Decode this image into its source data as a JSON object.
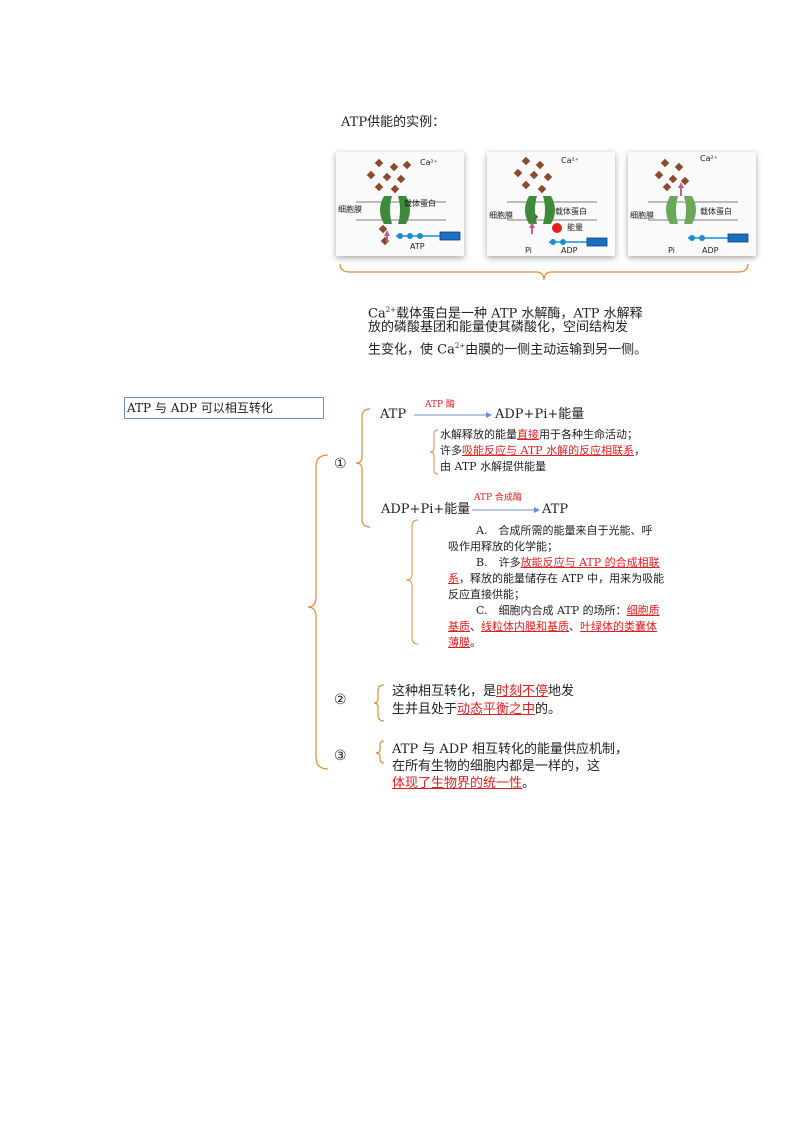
{
  "heading": "ATP供能的实例：",
  "panels": [
    {
      "ion": "Ca²⁺",
      "membrane": "细胞膜",
      "carrier": "载体蛋白",
      "bottom": "ATP"
    },
    {
      "ion": "Ca²⁺",
      "membrane": "细胞膜",
      "carrier": "载体蛋白",
      "energy": "能量",
      "pi": "Pi",
      "bottom": "ADP"
    },
    {
      "ion": "Ca²⁺",
      "membrane": "细胞膜",
      "carrier": "载体蛋白",
      "pi": "Pi",
      "bottom": "ADP"
    }
  ],
  "caption": {
    "line1_a": "Ca",
    "line1_sup": "2+",
    "line1_b": "载体蛋白是一种 ATP 水解酶，ATP 水解释",
    "line2": "放的磷酸基团和能量使其磷酸化，空间结构发",
    "line3_a": "生变化，使 Ca",
    "line3_sup": "2+",
    "line3_b": "由膜的一侧主动运输到另一侧。"
  },
  "section_title": "ATP 与 ADP 可以相互转化",
  "point1": {
    "marker": "①",
    "reaction1": {
      "left": "ATP",
      "enzyme": "ATP 酶",
      "right": "ADP+Pi+能量"
    },
    "hydrolysis": {
      "l1_a": "水解释放的能量",
      "l1_red": "直接",
      "l1_b": "用于各种生命活动；",
      "l2_a": "许多",
      "l2_red": "吸能反应与 ATP 水解的反应相联系",
      "l2_b": "，",
      "l3": "由 ATP 水解提供能量"
    },
    "reaction2": {
      "left": "ADP+Pi+能量",
      "enzyme": "ATP 合成酶",
      "right": "ATP"
    },
    "synthesis": {
      "a1": "A.　合成所需的能量来自于光能、呼",
      "a2": "吸作用释放的化学能；",
      "b1_a": "B.　许多",
      "b1_red": "放能反应与 ATP 的合成相联",
      "b2_red": "系",
      "b2_b": "，释放的能量储存在 ATP 中，用来为吸能",
      "b3": "反应直接供能；",
      "c1_a": "C.　细胞内合成 ATP 的场所：",
      "c1_red": "细胞质",
      "c2_red1": "基质",
      "c2_s1": "、",
      "c2_red2": "线粒体内膜和基质",
      "c2_s2": "、",
      "c2_red3": "叶绿体的类囊体",
      "c3_red": "薄膜",
      "c3_b": "。"
    }
  },
  "point2": {
    "marker": "②",
    "l1_a": "这种相互转化，是",
    "l1_red": "时刻不停",
    "l1_b": "地发",
    "l2_a": "生并且处于",
    "l2_red": "动态平衡之中",
    "l2_b": "的。"
  },
  "point3": {
    "marker": "③",
    "l1": "ATP 与 ADP 相互转化的能量供应机制，",
    "l2": "在所有生物的细胞内都是一样的，这",
    "l3_red": "体现了生物界的统一性",
    "l3_b": "。"
  },
  "colors": {
    "brace": "#e38a3c",
    "arrow": "#6a8fd0",
    "highlight": "#e02020",
    "box_border": "#6a8fc9"
  }
}
